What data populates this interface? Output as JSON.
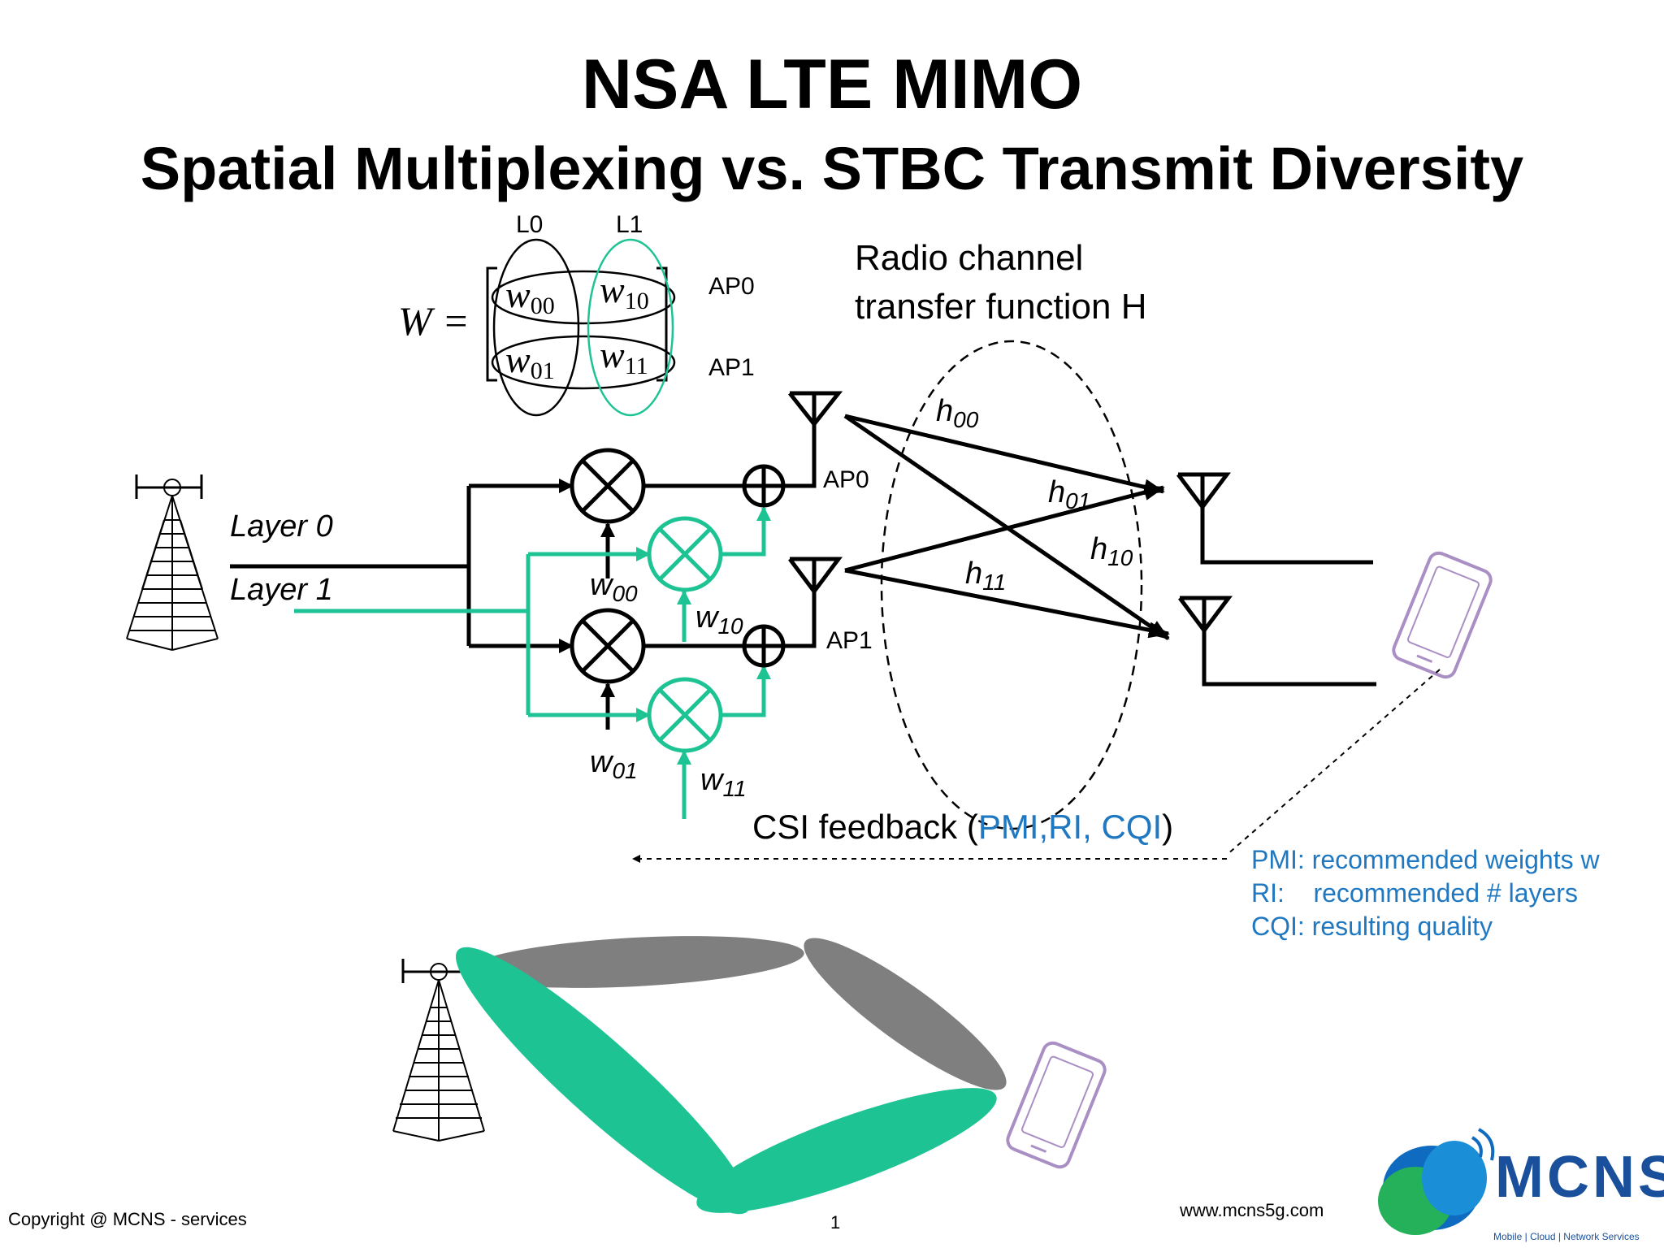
{
  "title": "NSA LTE MIMO",
  "subtitle": "Spatial Multiplexing vs. STBC Transmit Diversity",
  "matrix": {
    "symbol": "W =",
    "col_labels": [
      "L0",
      "L1"
    ],
    "row_labels": [
      "AP0",
      "AP1"
    ],
    "w00": "w",
    "w00_sub": "00",
    "w10": "w",
    "w10_sub": "10",
    "w01": "w",
    "w01_sub": "01",
    "w11": "w",
    "w11_sub": "11"
  },
  "channel_label_line1": "Radio channel",
  "channel_label_line2": "transfer function H",
  "layers": {
    "layer0": "Layer 0",
    "layer1": "Layer 1"
  },
  "ports": {
    "ap0": "AP0",
    "ap1": "AP1"
  },
  "weights": {
    "w00": "w",
    "w00_sub": "00",
    "w10": "w",
    "w10_sub": "10",
    "w01": "w",
    "w01_sub": "01",
    "w11": "w",
    "w11_sub": "11"
  },
  "channels": {
    "h00": "h",
    "h00_sub": "00",
    "h01": "h",
    "h01_sub": "01",
    "h10": "h",
    "h10_sub": "10",
    "h11": "h",
    "h11_sub": "11"
  },
  "csi": {
    "prefix": "CSI feedback (",
    "highlight": "PMI,RI, CQI",
    "suffix": ")"
  },
  "legend": [
    "PMI: recommended weights w",
    "RI:    recommended # layers",
    "CQI: resulting quality"
  ],
  "footer": {
    "copyright": "Copyright @ MCNS - services",
    "page": "1",
    "url": "www.mcns5g.com"
  },
  "logo": {
    "name": "MCNS",
    "tagline": "Mobile | Cloud | Network Services"
  },
  "colors": {
    "teal": "#1ec394",
    "black": "#000000",
    "blue": "#1f78c0",
    "gray": "#7f7f7f",
    "phone": "#a98fc4",
    "logo_blue": "#1a4f9c"
  }
}
